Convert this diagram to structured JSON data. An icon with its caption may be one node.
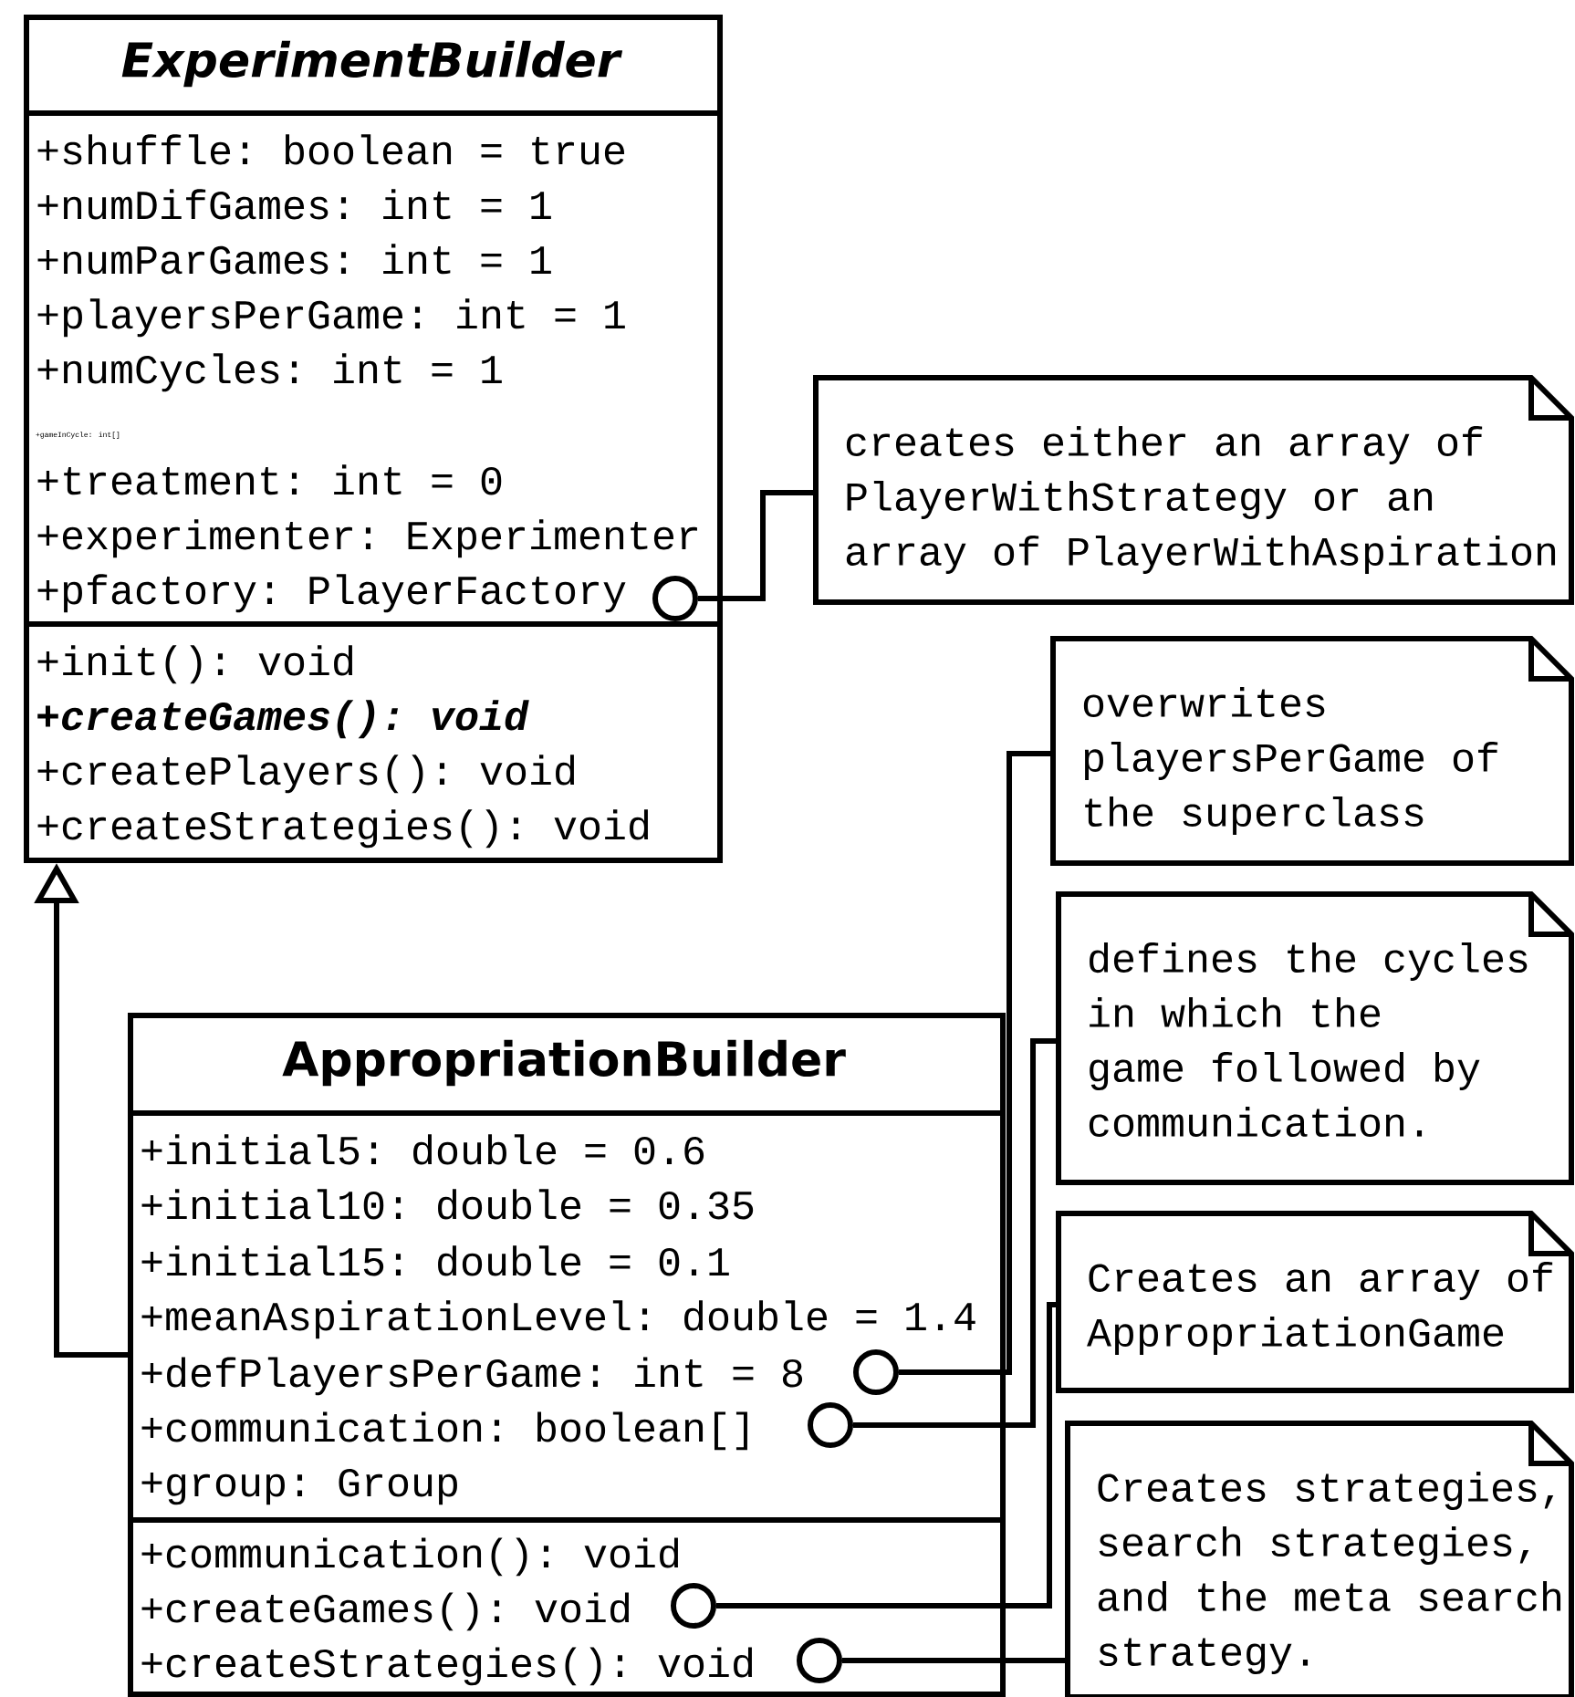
{
  "diagram": {
    "nodes": [
      {
        "text": [
          "ExperimentBuilder",
          "+shuffle: boolean = true",
          "+numDifGames: int = 1",
          "+numParGames: int = 1",
          "+playersPerGame: int = 1",
          "+numCycles: int = 1",
          "+gameInCycle: int[]",
          "+treatment: int = 0",
          "+experimenter: Experimenter",
          "+pfactory: PlayerFactory",
          "+init(): void",
          "+createGames(): void",
          "+createPlayers(): void",
          "+createStrategies(): void"
        ]
      },
      {
        "text": [],
        "shape": "circle",
        "in": 0
      },
      {
        "text": [
          "creates either an array of PlayerWithStrategy or an array of PlayerWithAspiration"
        ]
      },
      {
        "text": [
          "overwrites playersPerGame of the superclass"
        ]
      },
      {
        "text": [
          "defines the cycles in which the game followed by communication."
        ]
      },
      {
        "text": [
          "AppropriationBuilder",
          "+initial5: double = 0.6",
          "+initial10: double = 0.35",
          "+initial15: double = 0.1",
          "+meanAspirationLevel: double = 1.4",
          "+defPlayersPerGame: int = 8",
          "+communication: boolean[]",
          "+group: Group",
          "+communication(): void",
          "+createGames(): void",
          "+createStrategies(): void"
        ]
      },
      {
        "text": [
          "Creates an array of AppropriationGame"
        ]
      },
      {
        "text": [
          "Creates strategies, search strategies, and the meta search strategy."
        ]
      },
      {
        "text": [],
        "shape": "circle",
        "in": 5
      },
      {
        "text": [],
        "shape": "circle",
        "in": 5
      },
      {
        "text": [],
        "shape": "circle",
        "in": 5
      },
      {
        "text": [],
        "shape": "circle",
        "in": 5
      }
    ],
    "edges": [
      {
        "from": 5,
        "to": 0,
        "arrow": "to"
      },
      {
        "from": 1,
        "to": 2,
        "arrow": "none"
      },
      {
        "from": 8,
        "to": 3,
        "arrow": "none"
      },
      {
        "from": 9,
        "to": 4,
        "arrow": "none"
      },
      {
        "from": 10,
        "to": 6,
        "arrow": "none"
      },
      {
        "from": 11,
        "to": 7,
        "arrow": "none"
      }
    ]
  }
}
